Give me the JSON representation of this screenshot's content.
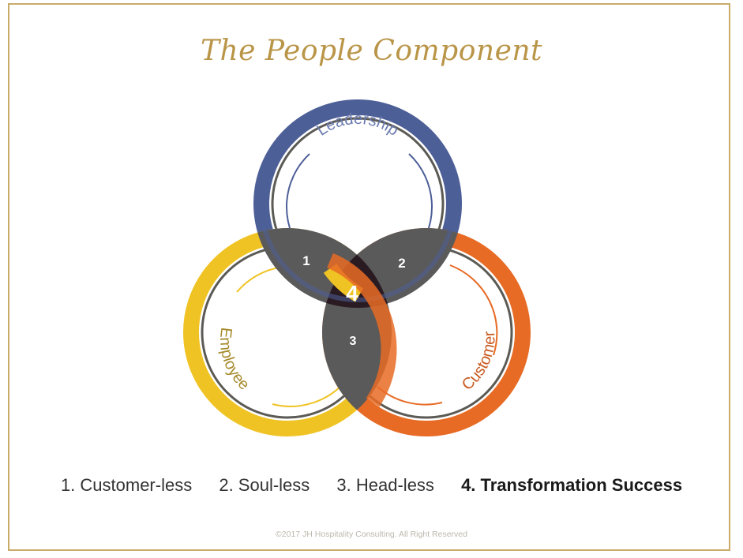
{
  "title": "The People Component",
  "circles": {
    "leadership": {
      "label": "Leadership",
      "color": "#4d5f97"
    },
    "employee": {
      "label": "Employee",
      "color": "#f0c324"
    },
    "customer": {
      "label": "Customer",
      "color": "#e76b25"
    }
  },
  "regions": {
    "r1": "1",
    "r2": "2",
    "r3": "3",
    "r4": "4"
  },
  "legend": {
    "item1": "1. Customer-less",
    "item2": "2. Soul-less",
    "item3": "3. Head-less",
    "item4": "4. Transformation Success"
  },
  "copyright": "©2017 JH Hospitality Consulting. All Right Reserved"
}
